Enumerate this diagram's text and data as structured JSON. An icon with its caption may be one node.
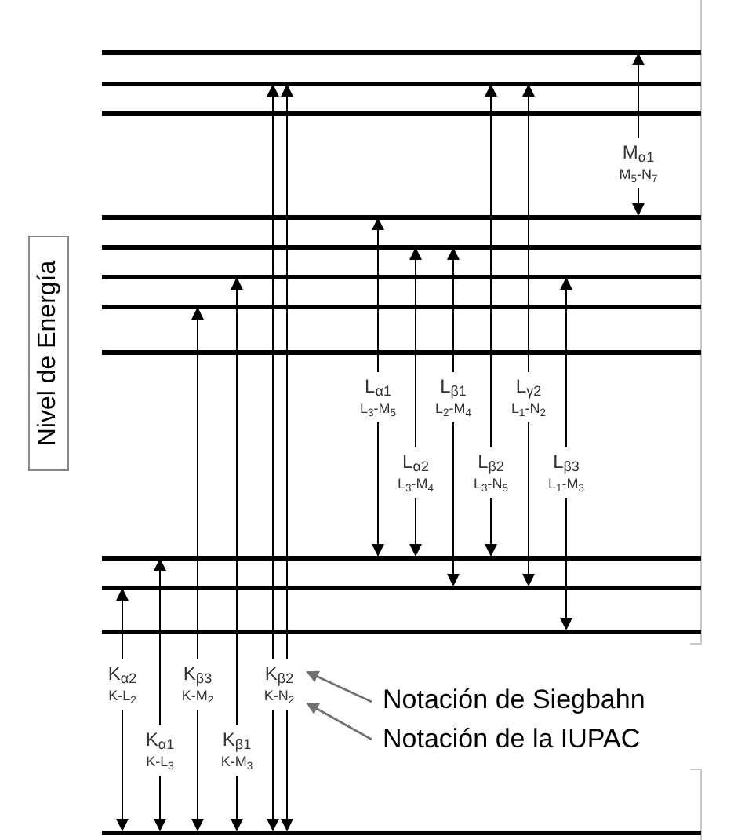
{
  "diagram": {
    "nodes": [
      {
        "text": [
          "Nivel de Energía"
        ]
      },
      {
        "text": [],
        "shape": "bar"
      },
      {
        "text": [],
        "shape": "bar"
      },
      {
        "text": [],
        "shape": "bar"
      },
      {
        "text": [],
        "shape": "bar"
      },
      {
        "text": [],
        "shape": "bar"
      },
      {
        "text": [],
        "shape": "bar"
      },
      {
        "text": [],
        "shape": "bar"
      },
      {
        "text": [],
        "shape": "bar"
      },
      {
        "text": [],
        "shape": "bar"
      },
      {
        "text": [],
        "shape": "bar"
      },
      {
        "text": [],
        "shape": "bar"
      },
      {
        "text": [],
        "shape": "bar"
      },
      {
        "text": [
          "M$_{α1}$",
          "M$_{5}$-N$_{7}$"
        ]
      },
      {
        "text": [
          "L$_{α1}$",
          "L$_{3}$-M$_{5}$"
        ]
      },
      {
        "text": [
          "L$_{β1}$",
          "L$_{2}$-M$_{4}$"
        ]
      },
      {
        "text": [
          "L$_{γ2}$",
          "L$_{1}$-N$_{2}$"
        ]
      },
      {
        "text": [
          "L$_{α2}$",
          "L$_{3}$-M$_{4}$"
        ]
      },
      {
        "text": [
          "L$_{β2}$",
          "L$_{3}$-N$_{5}$"
        ]
      },
      {
        "text": [
          "L$_{β3}$",
          "L$_{1}$-M$_{3}$"
        ]
      },
      {
        "text": [
          "K$_{α2}$",
          "K-L$_{2}$"
        ]
      },
      {
        "text": [
          "K$_{β3}$",
          "K-M$_{2}$"
        ]
      },
      {
        "text": [
          "K$_{β2}$",
          "K-N$_{2}$"
        ]
      },
      {
        "text": [
          "K$_{α1}$",
          "K-L$_{3}$"
        ]
      },
      {
        "text": [
          "K$_{β1}$",
          "K-M$_{3}$"
        ]
      },
      {
        "text": [
          "Notación de Siegbahn"
        ]
      },
      {
        "text": [
          "Notación de la IUPAC"
        ]
      }
    ],
    "edges": [
      {
        "from": 13,
        "to": 1,
        "arrow": "to"
      },
      {
        "from": 13,
        "to": 4,
        "arrow": "to"
      },
      {
        "from": 14,
        "to": 4,
        "arrow": "to"
      },
      {
        "from": 14,
        "to": 9,
        "arrow": "to"
      },
      {
        "from": 15,
        "to": 5,
        "arrow": "to"
      },
      {
        "from": 15,
        "to": 10,
        "arrow": "to"
      },
      {
        "from": 16,
        "to": 2,
        "arrow": "to"
      },
      {
        "from": 16,
        "to": 10,
        "arrow": "to"
      },
      {
        "from": 17,
        "to": 5,
        "arrow": "to"
      },
      {
        "from": 17,
        "to": 9,
        "arrow": "to"
      },
      {
        "from": 18,
        "to": 2,
        "arrow": "to"
      },
      {
        "from": 18,
        "to": 9,
        "arrow": "to"
      },
      {
        "from": 19,
        "to": 6,
        "arrow": "to"
      },
      {
        "from": 19,
        "to": 11,
        "arrow": "to"
      },
      {
        "from": 20,
        "to": 10,
        "arrow": "to"
      },
      {
        "from": 20,
        "to": 12,
        "arrow": "to"
      },
      {
        "from": 21,
        "to": 7,
        "arrow": "to"
      },
      {
        "from": 21,
        "to": 12,
        "arrow": "to"
      },
      {
        "from": 22,
        "to": 2,
        "arrow": "to"
      },
      {
        "from": 22,
        "to": 2,
        "arrow": "to"
      },
      {
        "from": 22,
        "to": 12,
        "arrow": "to"
      },
      {
        "from": 22,
        "to": 12,
        "arrow": "to"
      },
      {
        "from": 23,
        "to": 9,
        "arrow": "to"
      },
      {
        "from": 23,
        "to": 12,
        "arrow": "to"
      },
      {
        "from": 24,
        "to": 6,
        "arrow": "to"
      },
      {
        "from": 24,
        "to": 12,
        "arrow": "to"
      },
      {
        "from": 25,
        "to": 22,
        "arrow": "to",
        "color": "#707070"
      },
      {
        "from": 26,
        "to": 22,
        "arrow": "to",
        "color": "#707070"
      }
    ]
  }
}
